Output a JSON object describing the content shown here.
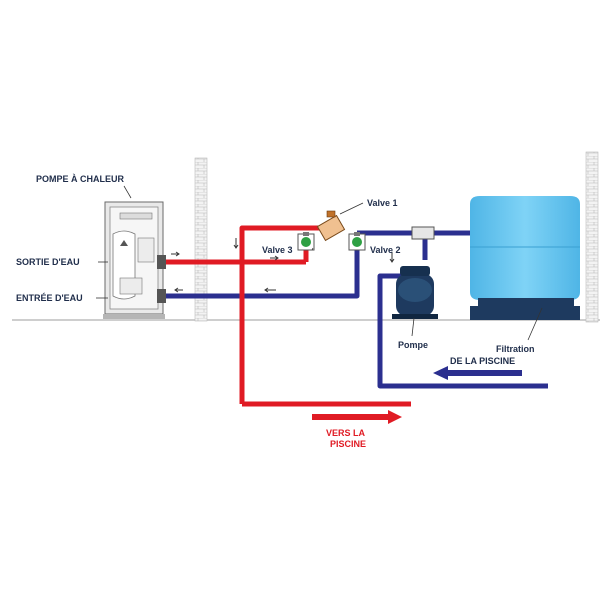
{
  "labels": {
    "heat_pump": "POMPE À CHALEUR",
    "water_out": "SORTIE D'EAU",
    "water_in": "ENTRÉE D'EAU",
    "valve1": "Valve 1",
    "valve2": "Valve 2",
    "valve3": "Valve 3",
    "pump": "Pompe",
    "filtration": "Filtration",
    "from_pool": "DE LA PISCINE",
    "to_pool_line1": "VERS LA",
    "to_pool_line2": "PISCINE"
  },
  "colors": {
    "hot_pipe": "#e01b24",
    "cold_pipe": "#2b2f8f",
    "tank": "#5bc4ef",
    "tank_base": "#1e3a5f",
    "label_text": "#1f2d4a",
    "wall": "#cfcfcf",
    "valve_body": "#2ea043"
  }
}
